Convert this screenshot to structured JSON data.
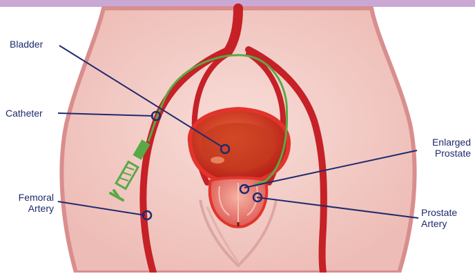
{
  "labels": {
    "bladder": "Bladder",
    "catheter": "Catheter",
    "femoral_line1": "Femoral",
    "femoral_line2": "Artery",
    "enlarged_line1": "Enlarged",
    "enlarged_line2": "Prostate",
    "prostate_artery_line1": "Prostate",
    "prostate_artery_line2": "Artery"
  },
  "colors": {
    "top_band": "#c9a8d3",
    "skin": "#f2c9c4",
    "skin_outline": "#d98e8e",
    "artery": "#c52127",
    "catheter": "#5aa846",
    "bladder_outer": "#e3342b",
    "bladder_inner": "#b72418",
    "prostate": "#e9736c",
    "callout": "#1f2a6e"
  }
}
